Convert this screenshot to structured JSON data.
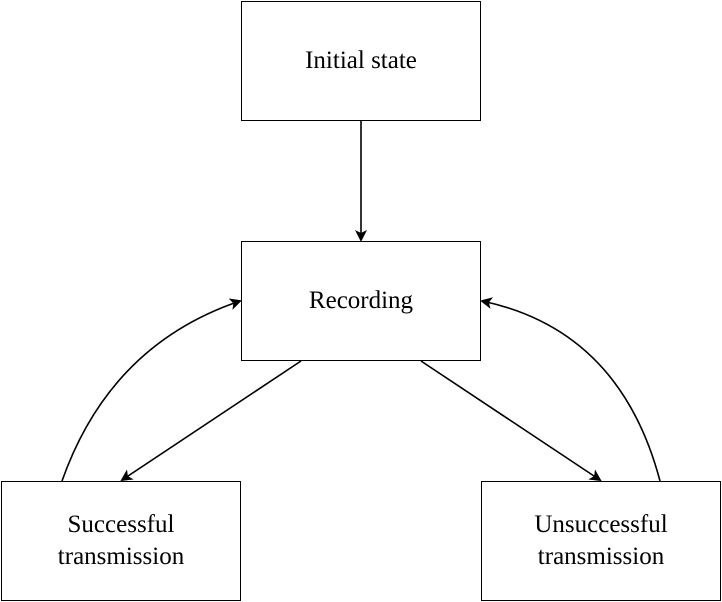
{
  "diagram": {
    "nodes": {
      "initial": "Initial state",
      "recording": "Recording",
      "success": "Successful\ntransmission",
      "fail": "Unsuccessful\ntransmission"
    },
    "edges": [
      {
        "from": "Initial state",
        "to": "Recording"
      },
      {
        "from": "Recording",
        "to": "Successful transmission"
      },
      {
        "from": "Recording",
        "to": "Unsuccessful transmission"
      },
      {
        "from": "Successful transmission",
        "to": "Recording"
      },
      {
        "from": "Unsuccessful transmission",
        "to": "Recording"
      }
    ],
    "colors": {
      "stroke": "#000000",
      "fill": "#ffffff"
    }
  }
}
